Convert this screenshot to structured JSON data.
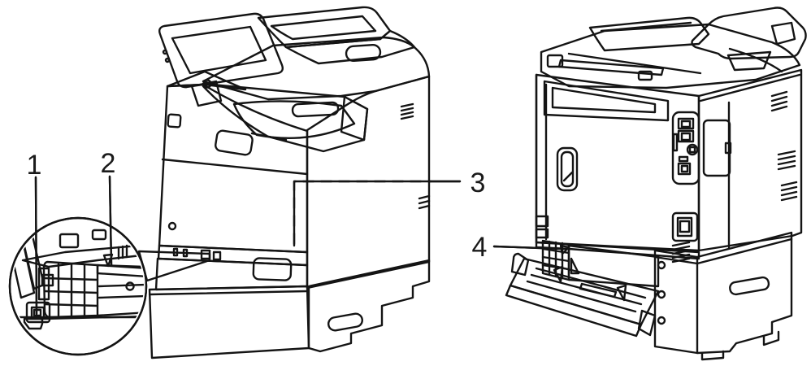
{
  "figure": {
    "type": "printer-hardware-diagram",
    "callouts": [
      {
        "label": "1"
      },
      {
        "label": "2"
      },
      {
        "label": "3"
      },
      {
        "label": "4"
      }
    ],
    "colors": {
      "background": "#ffffff",
      "outline": "#141414",
      "body_light": "#e2e3e3",
      "body_mid": "#d2d4d5",
      "panel_dark": "#8d9195",
      "interior_dark": "#4a4e52",
      "callout_text": "#1a1a1a"
    }
  }
}
